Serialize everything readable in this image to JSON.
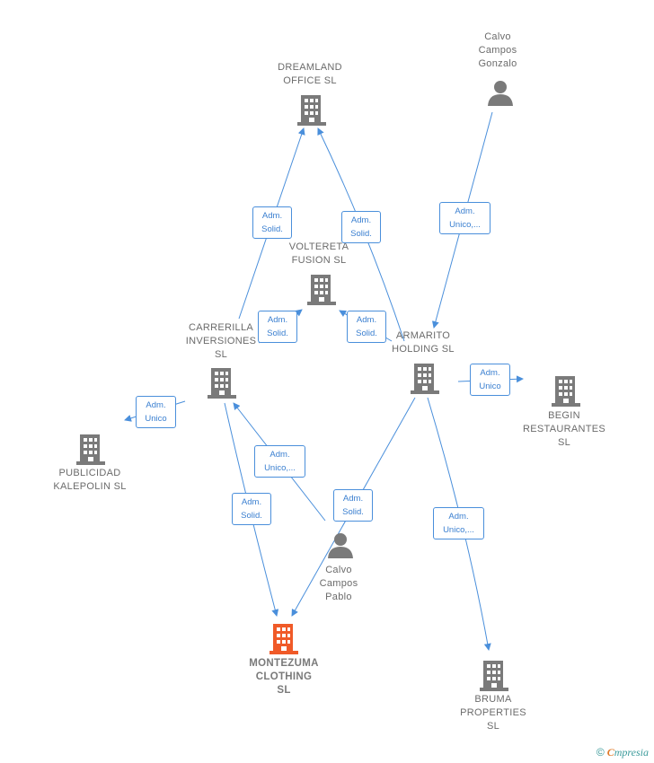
{
  "colors": {
    "edge": "#4a8fdb",
    "building": "#7a7a7a",
    "focus": "#f05a28",
    "person": "#7a7a7a"
  },
  "nodes": [
    {
      "id": "dreamland",
      "type": "company",
      "label": "DREAMLAND\nOFFICE  SL"
    },
    {
      "id": "calvo_gonzalo",
      "type": "person",
      "label": "Calvo\nCampos\nGonzalo"
    },
    {
      "id": "voltereta",
      "type": "company",
      "label": "VOLTERETA\nFUSION  SL"
    },
    {
      "id": "carrerilla",
      "type": "company",
      "label": "CARRERILLA\nINVERSIONES\nSL"
    },
    {
      "id": "armarito",
      "type": "company",
      "label": "ARMARITO\nHOLDING  SL"
    },
    {
      "id": "begin",
      "type": "company",
      "label": "BEGIN\nRESTAURANTES\nSL"
    },
    {
      "id": "publicidad",
      "type": "company",
      "label": "PUBLICIDAD\nKALEPOLIN  SL"
    },
    {
      "id": "calvo_pablo",
      "type": "person",
      "label": "Calvo\nCampos\nPablo"
    },
    {
      "id": "montezuma",
      "type": "company",
      "focus": true,
      "label": "MONTEZUMA\nCLOTHING\nSL"
    },
    {
      "id": "bruma",
      "type": "company",
      "label": "BRUMA\nPROPERTIES\nSL"
    }
  ],
  "edges": [
    {
      "id": "carrerilla-dreamland",
      "label": "Adm.\nSolid."
    },
    {
      "id": "armarito-dreamland",
      "label": "Adm.\nSolid."
    },
    {
      "id": "gonzalo-armarito",
      "label": "Adm.\nUnico,..."
    },
    {
      "id": "carrerilla-voltereta",
      "label": "Adm.\nSolid."
    },
    {
      "id": "armarito-voltereta",
      "label": "Adm.\nSolid."
    },
    {
      "id": "armarito-begin",
      "label": "Adm.\nUnico"
    },
    {
      "id": "carrerilla-publicidad",
      "label": "Adm.\nUnico"
    },
    {
      "id": "pablo-carrerilla",
      "label": "Adm.\nUnico,..."
    },
    {
      "id": "carrerilla-montezuma",
      "label": "Adm.\nSolid."
    },
    {
      "id": "armarito-montezuma",
      "label": "Adm.\nSolid."
    },
    {
      "id": "armarito-bruma",
      "label": "Adm.\nUnico,..."
    }
  ],
  "brand": {
    "copyright": "©",
    "first_letter": "C",
    "rest": "mpresia"
  }
}
